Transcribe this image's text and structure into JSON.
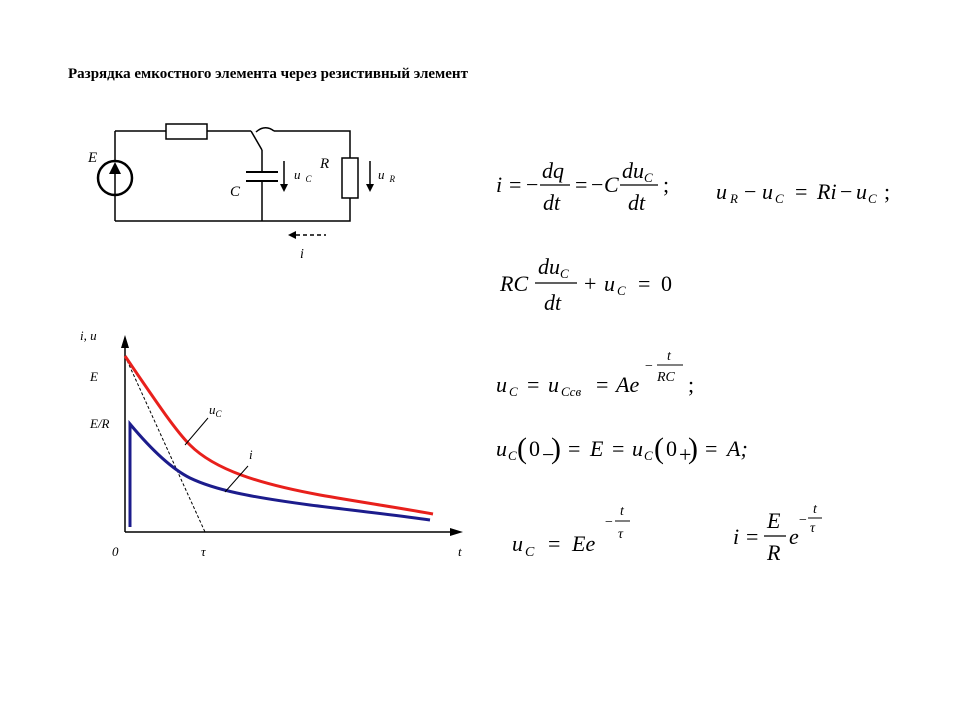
{
  "title": "Разрядка емкостного элемента через резистивный элемент",
  "circuit": {
    "source": "E",
    "capacitor": "C",
    "resistor": "R",
    "u_c": {
      "base": "u",
      "sub": "C"
    },
    "u_r": {
      "base": "u",
      "sub": "R"
    },
    "current": "i"
  },
  "graph": {
    "y_axis_label": "i, u",
    "y_tick_E": "E",
    "y_tick_ER": "E/R",
    "origin": "0",
    "tau_label": "τ",
    "t_label": "t",
    "uc_label": {
      "base": "u",
      "sub": "C"
    },
    "i_label": "i",
    "colors": {
      "uc": "#e8201c",
      "i": "#1c1c8c",
      "tangent": "#000000"
    }
  },
  "chart_data": {
    "type": "line",
    "series": [
      {
        "name": "u_C",
        "color": "#e8201c"
      },
      {
        "name": "i",
        "color": "#1c1c8c"
      }
    ],
    "x_label": "t",
    "y_label": "i, u",
    "y_ticks": [
      "E",
      "E/R"
    ],
    "x_ticks": [
      "0",
      "τ"
    ],
    "grid": false
  },
  "formulas": {
    "f1_i": "i",
    "f1_eq": "=",
    "f1_minus": "−",
    "f1_num": "dq",
    "f1_den": "dt",
    "f1_eq2": "=",
    "f1_minus2": "−",
    "f1_C": "C",
    "f1_num2": "du",
    "f1_num2_sub": "C",
    "f1_den2": "dt",
    "f1_semi": ";",
    "f2_u": "u",
    "f2_R": "R",
    "f2_minus": "−",
    "f2_u2": "u",
    "f2_C": "C",
    "f2_eq": "=",
    "f2_Ri": "Ri",
    "f2_minus2": "−",
    "f2_u3": "u",
    "f2_C2": "C",
    "f2_semi": ";",
    "f3_RC": "RC",
    "f3_num": "du",
    "f3_num_sub": "C",
    "f3_den": "dt",
    "f3_plus": "+",
    "f3_u": "u",
    "f3_C": "C",
    "f3_eq": "=",
    "f3_zero": "0",
    "f4_u": "u",
    "f4_C": "C",
    "f4_eq": "=",
    "f4_u2": "u",
    "f4_Csv": "Cсв",
    "f4_eq2": "=",
    "f4_Ae": "Ae",
    "f4_exp_minus": "−",
    "f4_exp_num": "t",
    "f4_exp_den": "RC",
    "f4_semi": ";",
    "f5_u": "u",
    "f5_C": "C",
    "f5_zero": "0",
    "f5_minus_sub": "−",
    "f5_eq": "=",
    "f5_E": "E",
    "f5_eq2": "=",
    "f5_u2": "u",
    "f5_C2": "C",
    "f5_zero2": "0",
    "f5_plus_sub": "+",
    "f5_eq3": "=",
    "f5_A": "A;",
    "f6_u": "u",
    "f6_C": "C",
    "f6_eq": "=",
    "f6_Ee": "Ee",
    "f6_exp_minus": "−",
    "f6_exp_num": "t",
    "f6_exp_den": "τ",
    "f7_i": "i",
    "f7_eq": "=",
    "f7_num": "E",
    "f7_den": "R",
    "f7_e": "e",
    "f7_exp_minus": "−",
    "f7_exp_num": "t",
    "f7_exp_den": "τ"
  }
}
